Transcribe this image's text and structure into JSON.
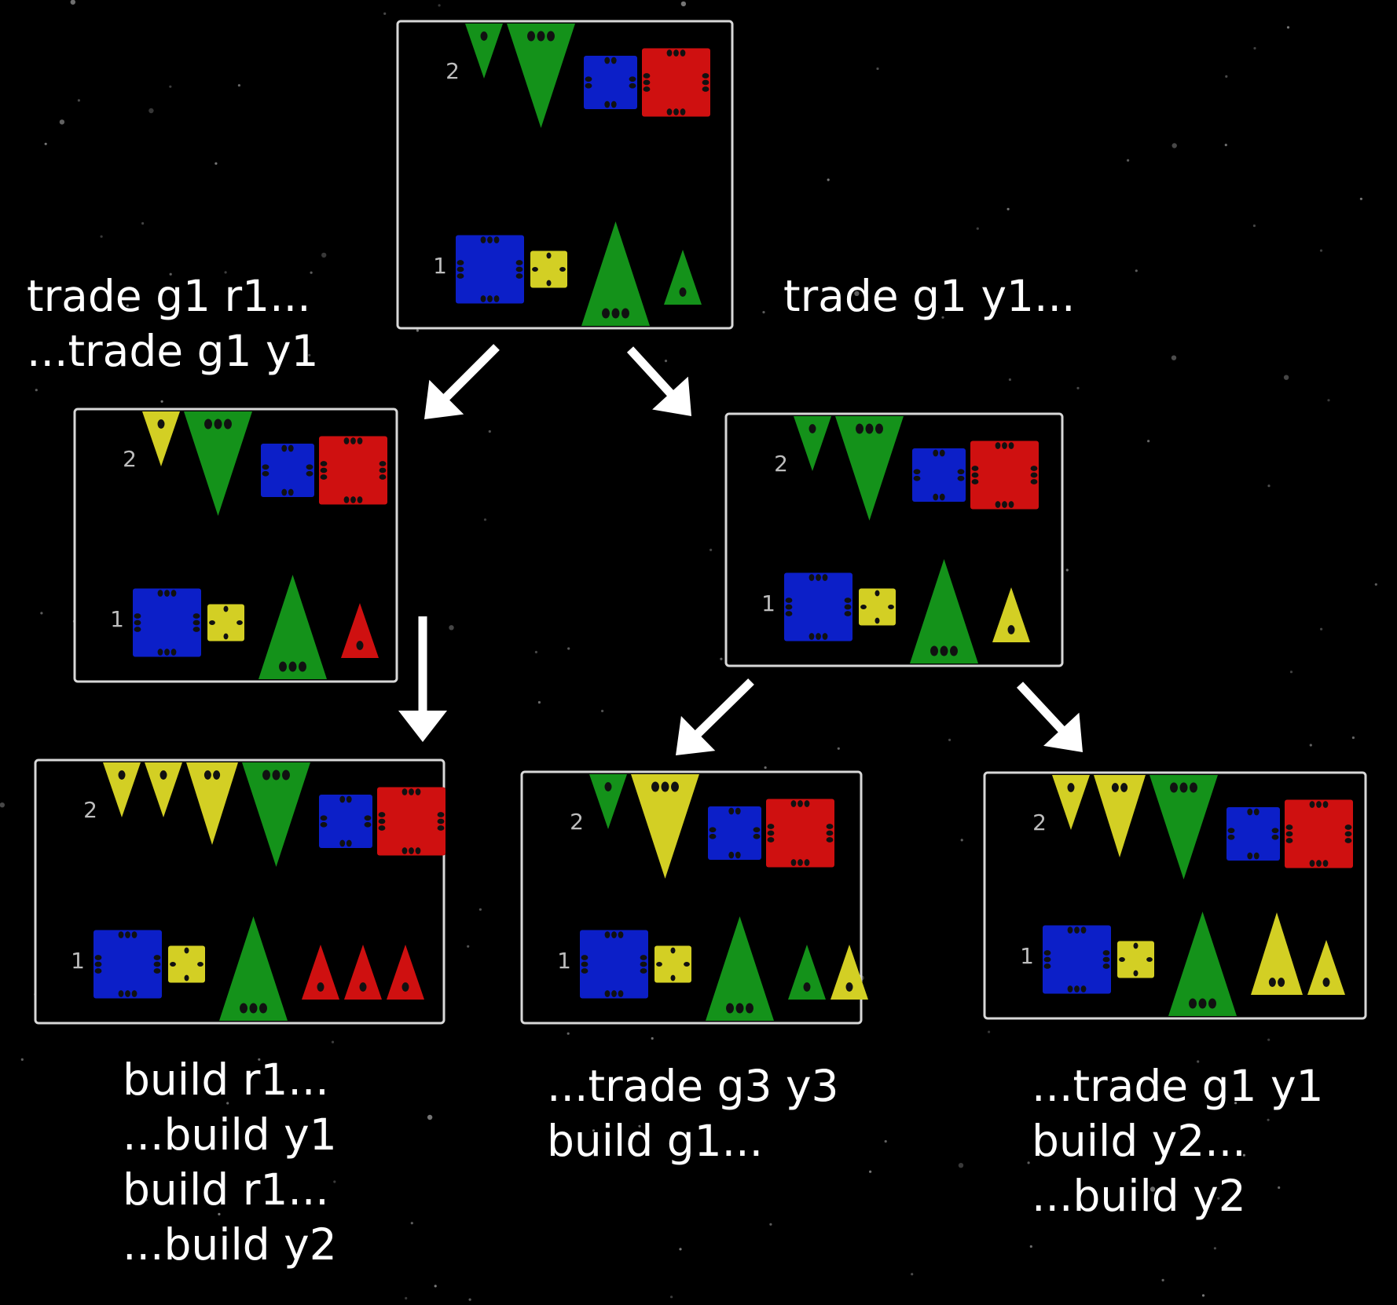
{
  "colors": {
    "background": "#000000",
    "frame": "#d8d8d8",
    "green": "#14921a",
    "yellow": "#d3cf24",
    "red": "#cf1010",
    "blue": "#0c1fc8",
    "pip": "#111111",
    "arrow": "#ffffff",
    "label": "#bdbdbd",
    "caption": "#ffffff"
  },
  "captions": {
    "root_left": [
      "trade g1 r1...",
      "...trade g1 y1"
    ],
    "root_right": [
      "trade g1 y1..."
    ],
    "leaf_a": [
      "build r1...",
      "...build y1",
      "build r1...",
      "...build y2"
    ],
    "leaf_b": [
      "...trade g3 y3",
      "build g1..."
    ],
    "leaf_c": [
      "...trade g1 y1",
      "build y2...",
      "...build y2"
    ]
  },
  "states": {
    "root": {
      "top": {
        "label": "2",
        "ships": [
          {
            "color": "green",
            "size": 1
          },
          {
            "color": "green",
            "size": 3
          }
        ],
        "stars": [
          {
            "color": "blue",
            "size": 2
          },
          {
            "color": "red",
            "size": 3
          }
        ]
      },
      "bottom": {
        "label": "1",
        "stars": [
          {
            "color": "blue",
            "size": 3
          },
          {
            "color": "yellow",
            "size": 1
          }
        ],
        "ships": [
          {
            "color": "green",
            "size": 3
          },
          {
            "color": "green",
            "size": 1
          }
        ]
      }
    },
    "left": {
      "top": {
        "label": "2",
        "ships": [
          {
            "color": "yellow",
            "size": 1
          },
          {
            "color": "green",
            "size": 3
          }
        ],
        "stars": [
          {
            "color": "blue",
            "size": 2
          },
          {
            "color": "red",
            "size": 3
          }
        ]
      },
      "bottom": {
        "label": "1",
        "stars": [
          {
            "color": "blue",
            "size": 3
          },
          {
            "color": "yellow",
            "size": 1
          }
        ],
        "ships": [
          {
            "color": "green",
            "size": 3
          },
          {
            "color": "red",
            "size": 1
          }
        ]
      }
    },
    "right": {
      "top": {
        "label": "2",
        "ships": [
          {
            "color": "green",
            "size": 1
          },
          {
            "color": "green",
            "size": 3
          }
        ],
        "stars": [
          {
            "color": "blue",
            "size": 2
          },
          {
            "color": "red",
            "size": 3
          }
        ]
      },
      "bottom": {
        "label": "1",
        "stars": [
          {
            "color": "blue",
            "size": 3
          },
          {
            "color": "yellow",
            "size": 1
          }
        ],
        "ships": [
          {
            "color": "green",
            "size": 3
          },
          {
            "color": "yellow",
            "size": 1
          }
        ]
      }
    },
    "leaf_a": {
      "top": {
        "label": "2",
        "ships": [
          {
            "color": "yellow",
            "size": 1
          },
          {
            "color": "yellow",
            "size": 1
          },
          {
            "color": "yellow",
            "size": 2
          },
          {
            "color": "green",
            "size": 3
          }
        ],
        "stars": [
          {
            "color": "blue",
            "size": 2
          },
          {
            "color": "red",
            "size": 3
          }
        ]
      },
      "bottom": {
        "label": "1",
        "stars": [
          {
            "color": "blue",
            "size": 3
          },
          {
            "color": "yellow",
            "size": 1
          }
        ],
        "ships": [
          {
            "color": "green",
            "size": 3
          },
          {
            "color": "red",
            "size": 1
          },
          {
            "color": "red",
            "size": 1
          },
          {
            "color": "red",
            "size": 1
          }
        ]
      }
    },
    "leaf_b": {
      "top": {
        "label": "2",
        "ships": [
          {
            "color": "green",
            "size": 1
          },
          {
            "color": "yellow",
            "size": 3
          }
        ],
        "stars": [
          {
            "color": "blue",
            "size": 2
          },
          {
            "color": "red",
            "size": 3
          }
        ]
      },
      "bottom": {
        "label": "1",
        "stars": [
          {
            "color": "blue",
            "size": 3
          },
          {
            "color": "yellow",
            "size": 1
          }
        ],
        "ships": [
          {
            "color": "green",
            "size": 3
          },
          {
            "color": "green",
            "size": 1
          },
          {
            "color": "yellow",
            "size": 1
          }
        ]
      }
    },
    "leaf_c": {
      "top": {
        "label": "2",
        "ships": [
          {
            "color": "yellow",
            "size": 1
          },
          {
            "color": "yellow",
            "size": 2
          },
          {
            "color": "green",
            "size": 3
          }
        ],
        "stars": [
          {
            "color": "blue",
            "size": 2
          },
          {
            "color": "red",
            "size": 3
          }
        ]
      },
      "bottom": {
        "label": "1",
        "stars": [
          {
            "color": "blue",
            "size": 3
          },
          {
            "color": "yellow",
            "size": 1
          }
        ],
        "ships": [
          {
            "color": "green",
            "size": 3
          },
          {
            "color": "yellow",
            "size": 2
          },
          {
            "color": "yellow",
            "size": 1
          }
        ]
      }
    }
  }
}
